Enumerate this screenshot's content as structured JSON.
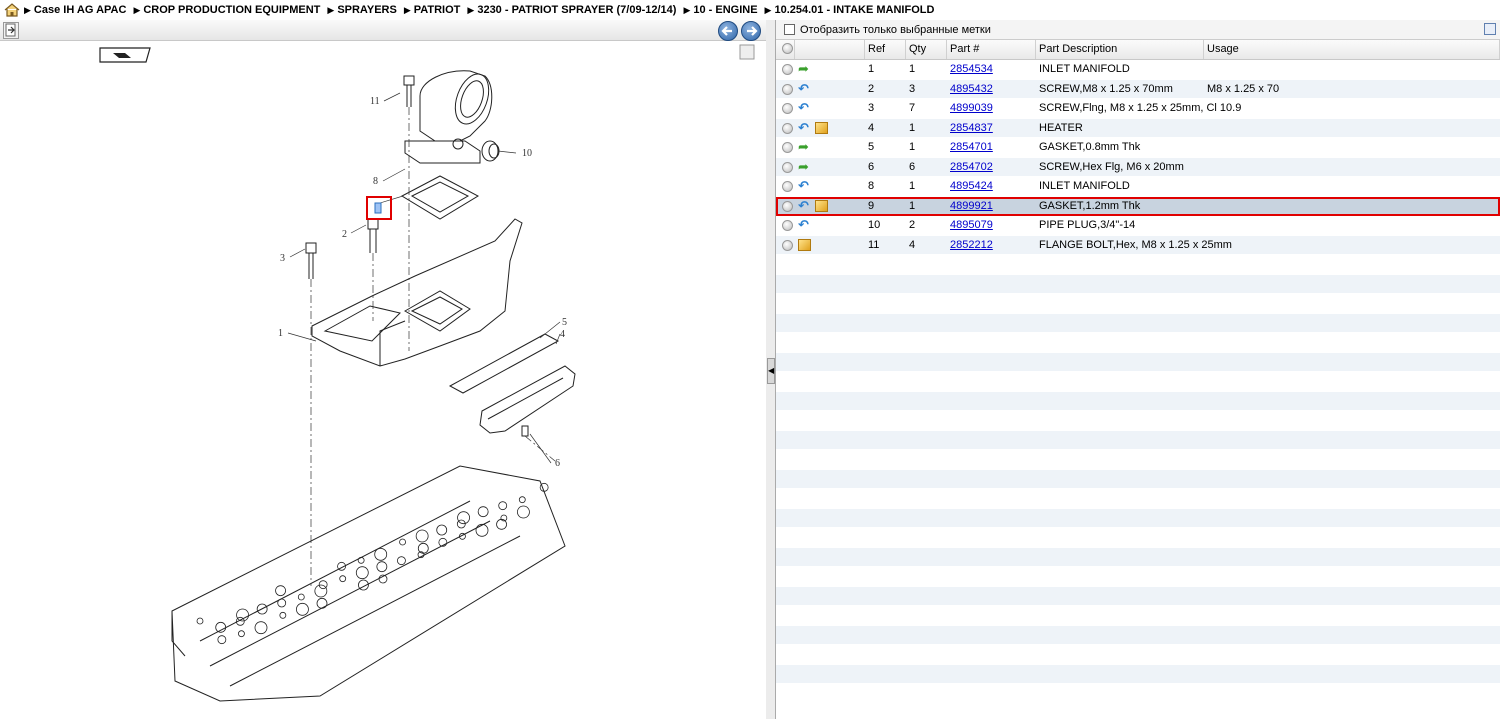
{
  "breadcrumb": {
    "items": [
      "Case IH AG APAC",
      "CROP PRODUCTION EQUIPMENT",
      "SPRAYERS",
      "PATRIOT",
      "3230 - PATRIOT SPRAYER (7/09-12/14)",
      "10 - ENGINE",
      "10.254.01 - INTAKE MANIFOLD"
    ]
  },
  "filter": {
    "label": "Отобразить только выбранные метки"
  },
  "grid": {
    "columns": {
      "ref": "Ref",
      "qty": "Qty",
      "part": "Part #",
      "desc": "Part Description",
      "usage": "Usage"
    },
    "rows": [
      {
        "ref": "1",
        "qty": "1",
        "part": "2854534",
        "desc": "INLET MANIFOLD",
        "usage": "",
        "icons": [
          "green-arrow"
        ]
      },
      {
        "ref": "2",
        "qty": "3",
        "part": "4895432",
        "desc": "SCREW,M8 x 1.25 x 70mm",
        "usage": "M8 x 1.25 x 70",
        "icons": [
          "blue-arrow"
        ]
      },
      {
        "ref": "3",
        "qty": "7",
        "part": "4899039",
        "desc": "SCREW,Flng, M8 x 1.25 x 25mm, Cl 10.9",
        "usage": "",
        "icons": [
          "blue-arrow"
        ]
      },
      {
        "ref": "4",
        "qty": "1",
        "part": "2854837",
        "desc": "HEATER",
        "usage": "",
        "icons": [
          "blue-arrow",
          "box"
        ]
      },
      {
        "ref": "5",
        "qty": "1",
        "part": "2854701",
        "desc": "GASKET,0.8mm Thk",
        "usage": "",
        "icons": [
          "green-arrow"
        ]
      },
      {
        "ref": "6",
        "qty": "6",
        "part": "2854702",
        "desc": "SCREW,Hex Flg, M6 x 20mm",
        "usage": "",
        "icons": [
          "green-arrow"
        ]
      },
      {
        "ref": "8",
        "qty": "1",
        "part": "4895424",
        "desc": "INLET MANIFOLD",
        "usage": "",
        "icons": [
          "blue-arrow"
        ]
      },
      {
        "ref": "9",
        "qty": "1",
        "part": "4899921",
        "desc": "GASKET,1.2mm Thk",
        "usage": "",
        "icons": [
          "blue-arrow",
          "box"
        ],
        "selected": true
      },
      {
        "ref": "10",
        "qty": "2",
        "part": "4895079",
        "desc": "PIPE PLUG,3/4\"-14",
        "usage": "",
        "icons": [
          "blue-arrow"
        ]
      },
      {
        "ref": "11",
        "qty": "4",
        "part": "2852212",
        "desc": "FLANGE BOLT,Hex, M8 x 1.25 x 25mm",
        "usage": "",
        "icons": [
          "box"
        ]
      }
    ],
    "empty_rows": 23
  },
  "drawing": {
    "callouts": [
      "11",
      "8",
      "10",
      "2",
      "3",
      "1",
      "5",
      "4",
      "6"
    ]
  },
  "colors": {
    "selection_outline": "#e00000",
    "link": "#0000cc",
    "row_alt": "#eef3f8"
  }
}
